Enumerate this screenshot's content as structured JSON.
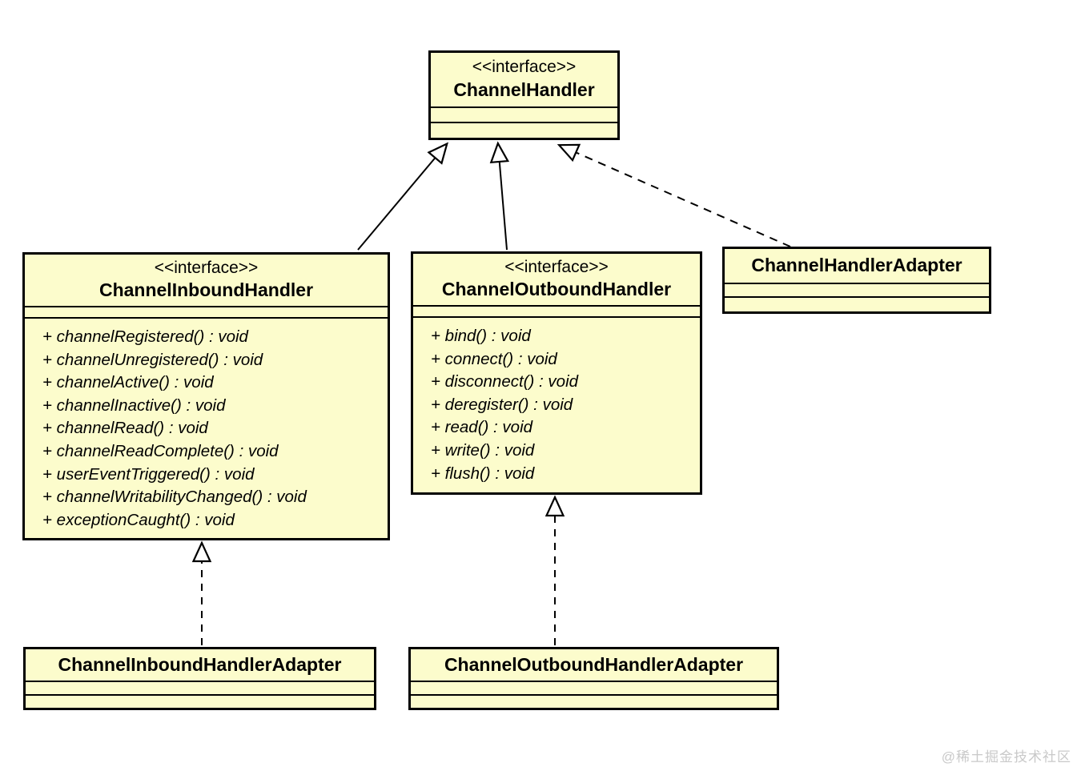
{
  "diagram": {
    "type": "uml-class-diagram",
    "colors": {
      "class_fill": "#fcfccc",
      "border": "#000000",
      "background": "#ffffff",
      "watermark_text": "#c9c9c9"
    },
    "classes": {
      "channel_handler": {
        "stereotype": "<<interface>>",
        "name": "ChannelHandler"
      },
      "inbound": {
        "stereotype": "<<interface>>",
        "name": "ChannelInboundHandler",
        "methods": [
          "+ channelRegistered() : void",
          "+ channelUnregistered() : void",
          "+ channelActive() : void",
          "+ channelInactive() : void",
          "+ channelRead() : void",
          "+ channelReadComplete() : void",
          "+ userEventTriggered() : void",
          "+ channelWritabilityChanged() : void",
          "+ exceptionCaught() : void"
        ]
      },
      "outbound": {
        "stereotype": "<<interface>>",
        "name": "ChannelOutboundHandler",
        "methods": [
          "+ bind() : void",
          "+ connect() : void",
          "+ disconnect() : void",
          "+ deregister() : void",
          "+ read() : void",
          "+ write() : void",
          "+ flush() : void"
        ]
      },
      "adapter": {
        "name": "ChannelHandlerAdapter"
      },
      "inbound_adapter": {
        "name": "ChannelInboundHandlerAdapter"
      },
      "outbound_adapter": {
        "name": "ChannelOutboundHandlerAdapter"
      }
    },
    "relations": [
      {
        "from": "ChannelInboundHandler",
        "to": "ChannelHandler",
        "style": "solid",
        "kind": "generalization"
      },
      {
        "from": "ChannelOutboundHandler",
        "to": "ChannelHandler",
        "style": "solid",
        "kind": "generalization"
      },
      {
        "from": "ChannelHandlerAdapter",
        "to": "ChannelHandler",
        "style": "dashed",
        "kind": "realization"
      },
      {
        "from": "ChannelInboundHandlerAdapter",
        "to": "ChannelInboundHandler",
        "style": "dashed",
        "kind": "realization"
      },
      {
        "from": "ChannelOutboundHandlerAdapter",
        "to": "ChannelOutboundHandler",
        "style": "dashed",
        "kind": "realization"
      }
    ],
    "watermark": "@稀土掘金技术社区"
  }
}
